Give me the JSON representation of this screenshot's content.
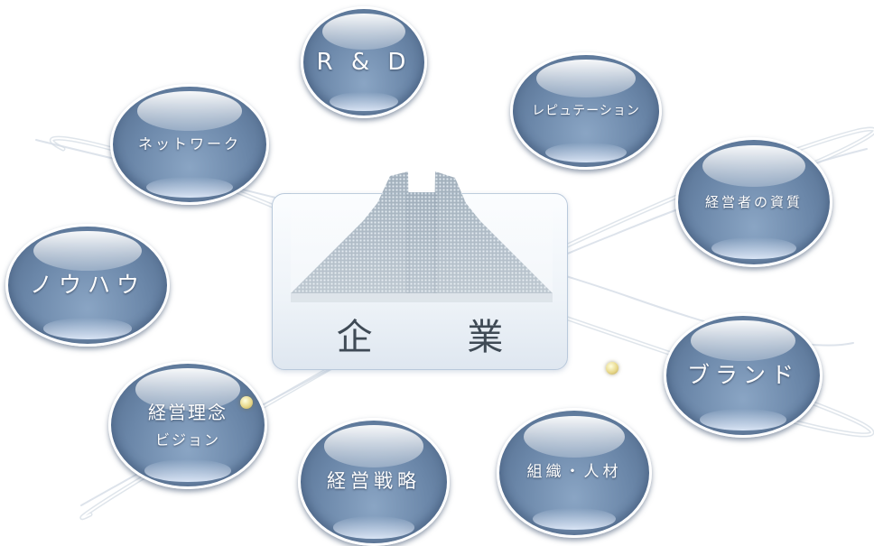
{
  "center": {
    "label": "企 業"
  },
  "nodes": {
    "rd": "R & D",
    "reputation": "レピュテーション",
    "network": "ネットワーク",
    "management_quality": "経営者の資質",
    "knowhow": "ノウハウ",
    "brand": "ブランド",
    "philosophy_line1": "経営理念",
    "philosophy_line2": "ビジョン",
    "strategy": "経営戦略",
    "organization": "組織・人材"
  },
  "colors": {
    "bubble": "#6a86a8",
    "bubble_border": "#ffffff",
    "center_text": "#3f4a55",
    "orbit": "#c8d3df",
    "dot": "#e8d88a"
  }
}
